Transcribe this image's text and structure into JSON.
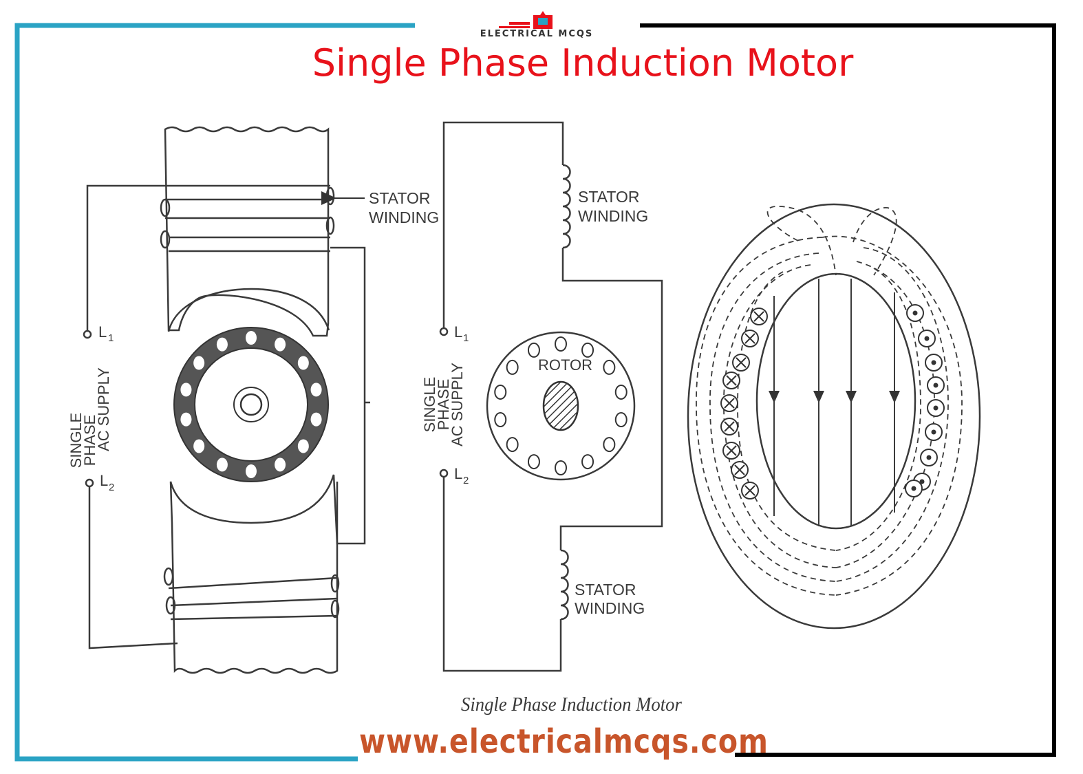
{
  "title": "Single Phase Induction Motor",
  "caption": "Single Phase Induction Motor",
  "website": "www.electricalmcqs.com",
  "logo_text": "ELECTRICAL MCQS",
  "labels": {
    "stator_winding_line1": "STATOR",
    "stator_winding_line2": "WINDING",
    "rotor": "ROTOR",
    "l1": "L",
    "l1_sub": "1",
    "l2": "L",
    "l2_sub": "2",
    "supply_line1": "SINGLE",
    "supply_line2": "PHASE",
    "supply_line3": "AC SUPPLY"
  },
  "colors": {
    "title": "#e8121b",
    "frame_left": "#2aa3c4",
    "frame_right": "#000000",
    "website": "#c8552b",
    "ink": "#3a3a3a"
  }
}
